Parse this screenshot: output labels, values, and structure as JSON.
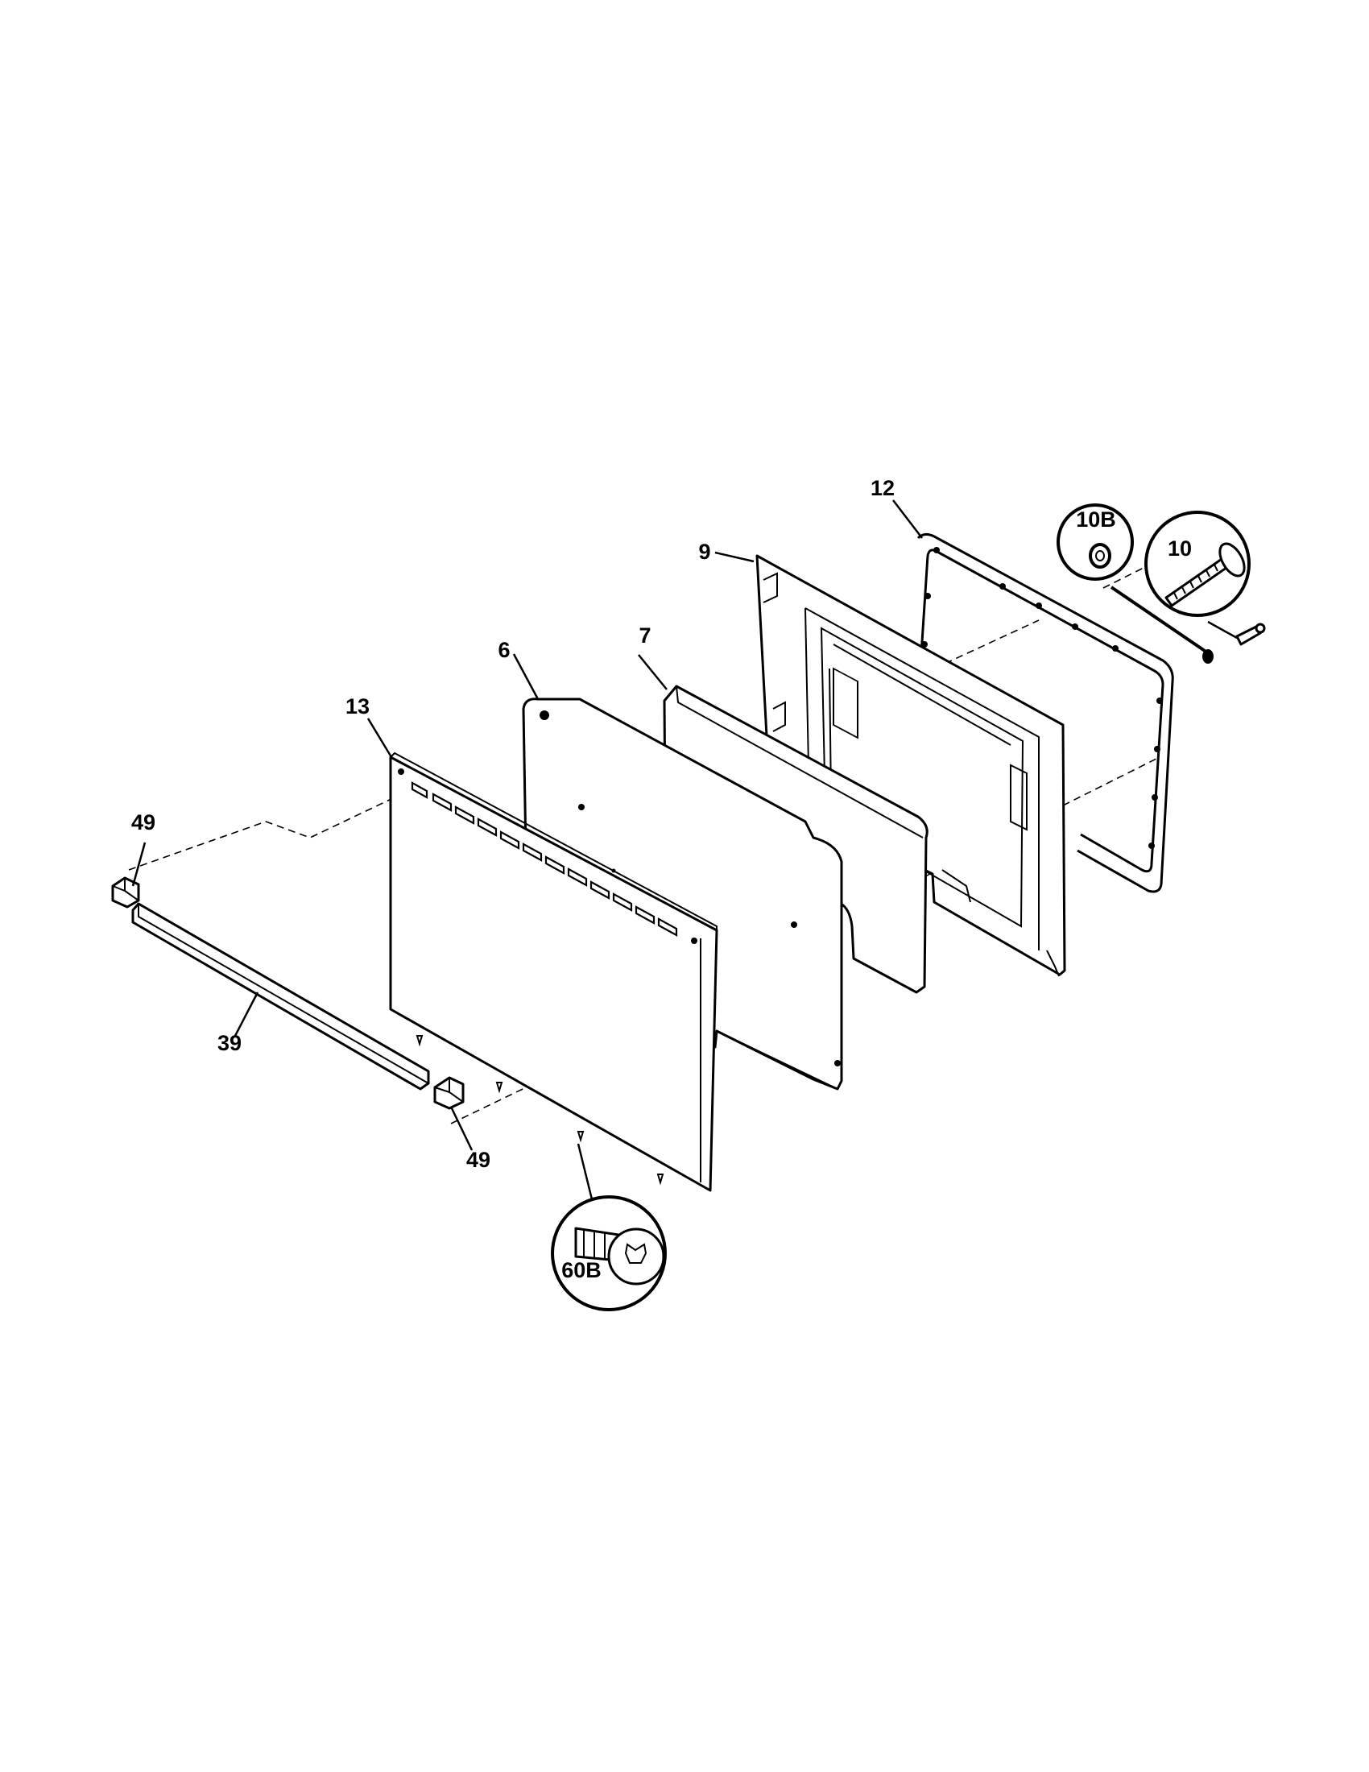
{
  "diagram": {
    "callouts": {
      "c12": "12",
      "c10b": "10B",
      "c10": "10",
      "c9": "9",
      "c6": "6",
      "c7": "7",
      "c13": "13",
      "c49_top": "49",
      "c39": "39",
      "c49_bottom": "49",
      "c60b": "60B"
    }
  }
}
